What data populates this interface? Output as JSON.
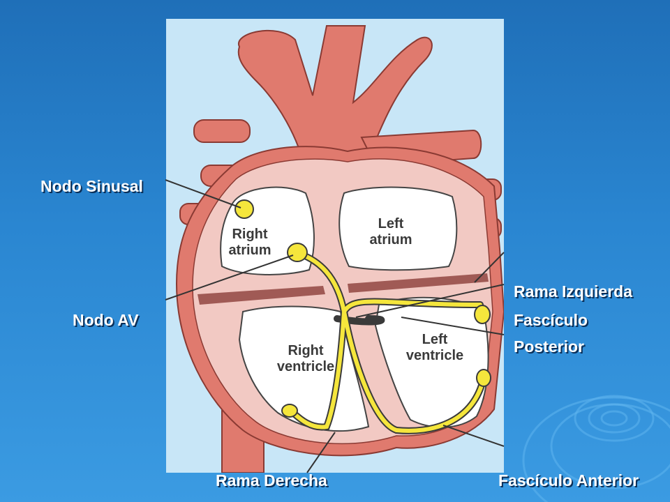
{
  "slide": {
    "background_color": "#2a86d1",
    "label_color": "#ffffff"
  },
  "diagram": {
    "panel_color": "#c8e6f7",
    "heart_color": "#e07a6e",
    "inner_color": "#f2c9c3",
    "chamber_color": "#ffffff",
    "conduction_color": "#f5e63c",
    "chambers": {
      "right_atrium_line1": "Right",
      "right_atrium_line2": "atrium",
      "left_atrium_line1": "Left",
      "left_atrium_line2": "atrium",
      "right_ventricle_line1": "Right",
      "right_ventricle_line2": "ventricle",
      "left_ventricle_line1": "Left",
      "left_ventricle_line2": "ventricle"
    }
  },
  "labels": {
    "nodo_sinusal": "Nodo Sinusal",
    "nodo_av": "Nodo AV",
    "rama_izquierda": "Rama Izquierda",
    "fasciculo": "Fascículo",
    "posterior": "Posterior",
    "rama_derecha": "Rama Derecha",
    "fasciculo_anterior": "Fascículo Anterior"
  }
}
